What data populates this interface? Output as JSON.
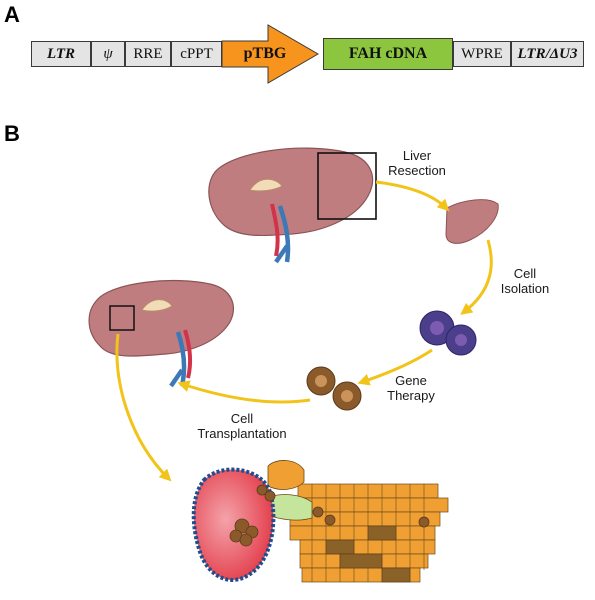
{
  "panel_a": {
    "letter": "A",
    "segments": [
      {
        "text": "LTR",
        "style": "bold-italic"
      },
      {
        "text": "ψ",
        "style": "italic"
      },
      {
        "text": "RRE",
        "style": "plain"
      },
      {
        "text": "cPPT",
        "style": "plain"
      },
      {
        "text": "pTBG",
        "style": "promoter"
      },
      {
        "text": "FAH cDNA",
        "style": "cdna"
      },
      {
        "text": "WPRE",
        "style": "plain"
      },
      {
        "text": "LTR/ΔU3",
        "style": "bold-italic"
      }
    ],
    "colors": {
      "promoter": "#f7941d",
      "cdna": "#8cc63f",
      "segment": "#e4e4e4"
    }
  },
  "panel_b": {
    "letter": "B",
    "steps": {
      "resection": [
        "Liver",
        "Resection"
      ],
      "isolation": [
        "Cell",
        "Isolation"
      ],
      "gene_therapy": [
        "Gene",
        "Therapy"
      ],
      "transplantation": [
        "Cell",
        "Transplantation"
      ]
    },
    "colors": {
      "liver": "#c07d7f",
      "arrow": "#f2c318",
      "cell_purple": "#4b3f8c",
      "hepatocyte": "#f0a033",
      "vessel": "#e3404d"
    }
  }
}
